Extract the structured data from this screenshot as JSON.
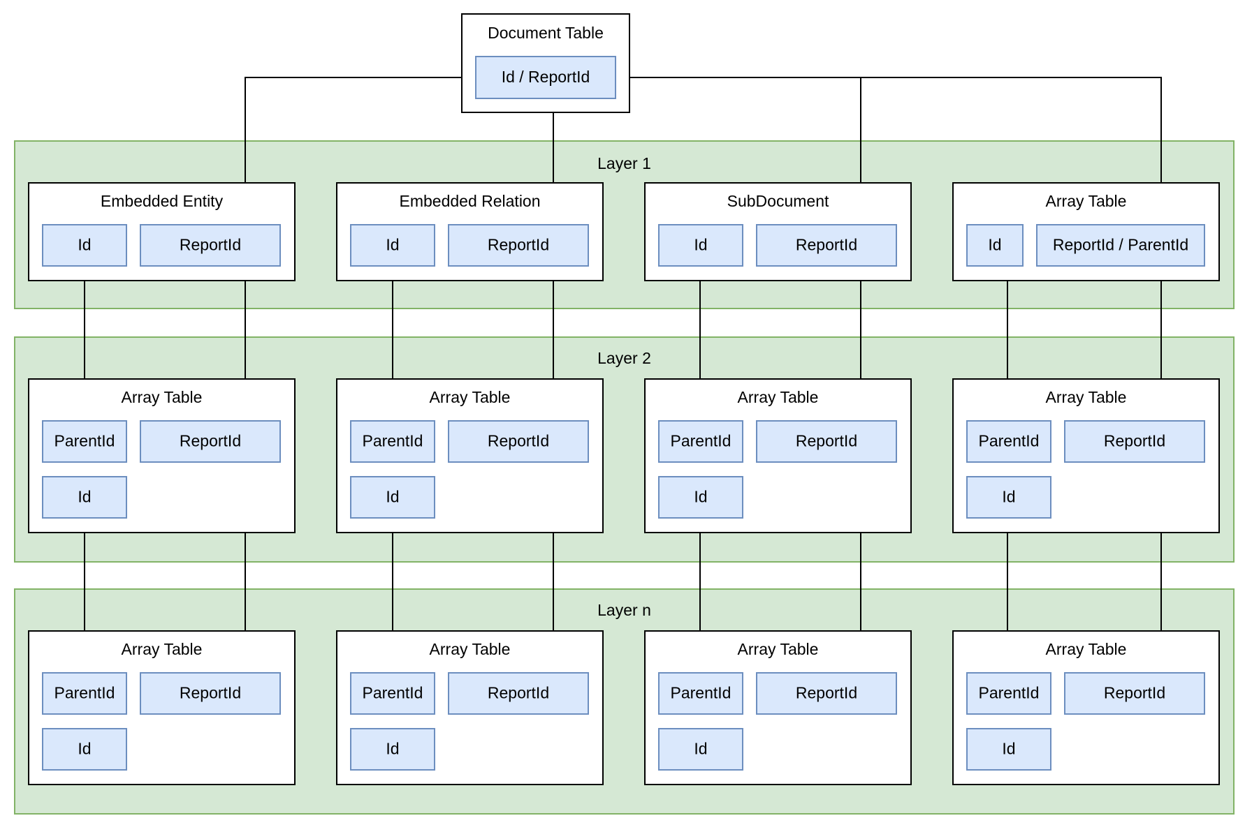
{
  "colors": {
    "layer_fill": "#d5e8d4",
    "layer_stroke": "#82b366",
    "field_fill": "#dae8fc",
    "field_stroke": "#6c8ebf",
    "table_stroke": "#000000"
  },
  "document_table": {
    "title": "Document Table",
    "field": "Id / ReportId"
  },
  "layers": [
    {
      "label": "Layer 1",
      "tables": [
        {
          "title": "Embedded Entity",
          "fields": [
            "Id",
            "ReportId"
          ]
        },
        {
          "title": "Embedded Relation",
          "fields": [
            "Id",
            "ReportId"
          ]
        },
        {
          "title": "SubDocument",
          "fields": [
            "Id",
            "ReportId"
          ]
        },
        {
          "title": "Array Table",
          "fields": [
            "Id",
            "ReportId / ParentId"
          ]
        }
      ]
    },
    {
      "label": "Layer 2",
      "tables": [
        {
          "title": "Array Table",
          "fields": [
            "ParentId",
            "ReportId",
            "Id"
          ]
        },
        {
          "title": "Array Table",
          "fields": [
            "ParentId",
            "ReportId",
            "Id"
          ]
        },
        {
          "title": "Array Table",
          "fields": [
            "ParentId",
            "ReportId",
            "Id"
          ]
        },
        {
          "title": "Array Table",
          "fields": [
            "ParentId",
            "ReportId",
            "Id"
          ]
        }
      ]
    },
    {
      "label": "Layer n",
      "tables": [
        {
          "title": "Array Table",
          "fields": [
            "ParentId",
            "ReportId",
            "Id"
          ]
        },
        {
          "title": "Array Table",
          "fields": [
            "ParentId",
            "ReportId",
            "Id"
          ]
        },
        {
          "title": "Array Table",
          "fields": [
            "ParentId",
            "ReportId",
            "Id"
          ]
        },
        {
          "title": "Array Table",
          "fields": [
            "ParentId",
            "ReportId",
            "Id"
          ]
        }
      ]
    }
  ]
}
